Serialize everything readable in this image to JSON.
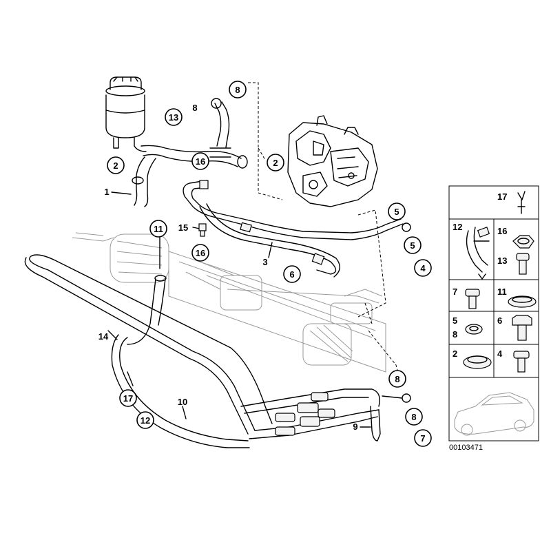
{
  "diagram": {
    "document_number": "00103471",
    "callouts": {
      "c_8_top": "8",
      "c_13": "13",
      "c_8_small": "8",
      "c_2_left": "2",
      "c_16_top": "16",
      "c_2_right": "2",
      "c_1": "1",
      "c_11": "11",
      "c_15": "15",
      "c_16_mid": "16",
      "c_3": "3",
      "c_6": "6",
      "c_5_a": "5",
      "c_5_b": "5",
      "c_4": "4",
      "c_14": "14",
      "c_17": "17",
      "c_12": "12",
      "c_10": "10",
      "c_8_low1": "8",
      "c_8_low2": "8",
      "c_9": "9",
      "c_7": "7"
    },
    "legend_labels": {
      "l17": "17",
      "l12": "12",
      "l16": "16",
      "l13": "13",
      "l7": "7",
      "l11": "11",
      "l5": "5",
      "l8": "8",
      "l6": "6",
      "l2": "2",
      "l4": "4"
    }
  }
}
